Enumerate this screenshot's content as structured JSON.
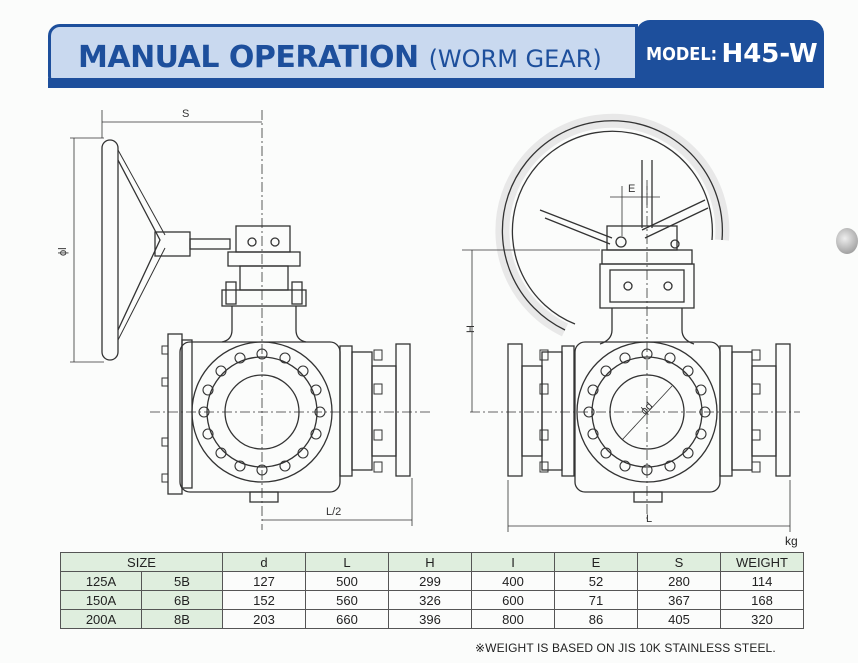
{
  "header": {
    "title_main": "MANUAL OPERATION",
    "title_sub": "(WORM GEAR)",
    "model_prefix": "MODEL:",
    "model_code": "H45-W"
  },
  "drawing": {
    "dims": {
      "s": "S",
      "phi_l": "ϕl",
      "h": "H",
      "e": "E",
      "l_half": "L/2",
      "l": "L",
      "phi_d": "ϕd"
    }
  },
  "table": {
    "unit": "kg",
    "headers": [
      "SIZE",
      "d",
      "L",
      "H",
      "I",
      "E",
      "S",
      "WEIGHT"
    ],
    "rows": [
      [
        "125A",
        "5B",
        "127",
        "500",
        "299",
        "400",
        "52",
        "280",
        "114"
      ],
      [
        "150A",
        "6B",
        "152",
        "560",
        "326",
        "600",
        "71",
        "367",
        "168"
      ],
      [
        "200A",
        "8B",
        "203",
        "660",
        "396",
        "800",
        "86",
        "405",
        "320"
      ]
    ],
    "note": "※WEIGHT IS BASED ON JIS 10K STAINLESS STEEL."
  },
  "colors": {
    "brand_blue": "#1d4f9c",
    "header_fill": "#c9d9ef",
    "table_green": "#dfeede"
  }
}
